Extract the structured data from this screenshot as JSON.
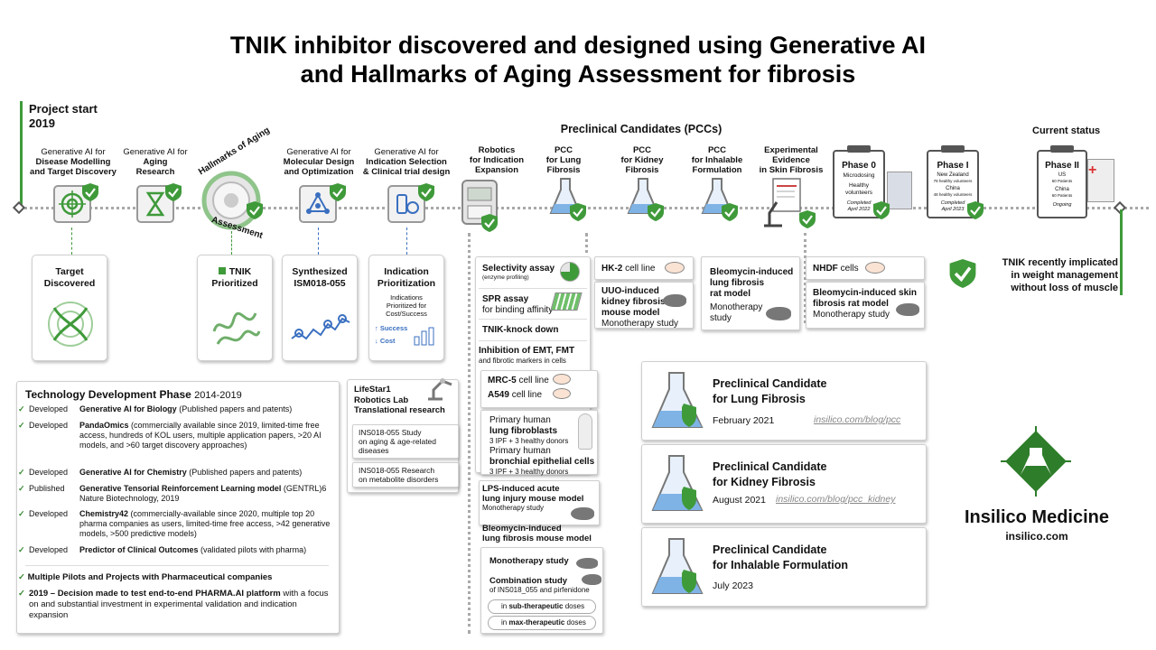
{
  "title": [
    "TNIK inhibitor discovered and designed using Generative AI",
    "and Hallmarks of Aging Assessment for fibrosis"
  ],
  "project_start": [
    "Project start",
    "2019"
  ],
  "preclinical_header": "Preclinical Candidates (PCCs)",
  "current_status": "Current status",
  "stages": {
    "disease": [
      "Generative AI for",
      "Disease Modelling",
      "and Target Discovery"
    ],
    "aging": [
      "Generative AI for",
      "Aging",
      "Research"
    ],
    "hallmarks_ring": [
      "Hallmarks of Aging",
      "Assessment"
    ],
    "molecular": [
      "Generative AI for",
      "Molecular Design",
      "and Optimization"
    ],
    "indication": [
      "Generative AI for",
      "Indication Selection",
      "& Clinical trial design"
    ],
    "robotics": [
      "Robotics",
      "for Indication",
      "Expansion"
    ],
    "pcc_lung": [
      "PCC",
      "for Lung",
      "Fibrosis"
    ],
    "pcc_kidney": [
      "PCC",
      "for Kidney",
      "Fibrosis"
    ],
    "pcc_inhal": [
      "PCC",
      "for Inhalable",
      "Formulation"
    ],
    "experimental": [
      "Experimental",
      "Evidence",
      "in Skin Fibrosis"
    ]
  },
  "phases": {
    "p0": {
      "title": "Phase 0",
      "l1": "Microdosing",
      "l2": "Healthy",
      "l3": "volunteers",
      "l4": "Completed",
      "l5": "April 2022"
    },
    "p1": {
      "title": "Phase I",
      "l1": "New Zealand",
      "l2": "78 healthy volunteers",
      "l3": "China",
      "l4": "48 healthy volunteers",
      "l5": "Completed",
      "l6": "April 2023"
    },
    "p2": {
      "title": "Phase II",
      "l1": "US",
      "l2": "60 Patients",
      "l3": "China",
      "l4": "60 Patients",
      "l5": "Ongoing"
    }
  },
  "tnik_note": [
    "TNIK recently implicated",
    "in weight management",
    "without loss of muscle"
  ],
  "cards": {
    "target": [
      "Target",
      "Discovered"
    ],
    "tnik": [
      "TNIK",
      "Prioritized"
    ],
    "synth": [
      "Synthesized",
      "ISM018-055"
    ],
    "indic": [
      "Indication",
      "Prioritization"
    ],
    "indic_sub": [
      "Indications",
      "Prioritized for",
      "Cost/Success"
    ],
    "success": "Success",
    "cost": "Cost"
  },
  "robotics_cards": {
    "lab": [
      "LifeStar1",
      "Robotics Lab",
      "Translational research"
    ],
    "s1": [
      "INS018-055 Study",
      "on aging & age-related",
      "diseases"
    ],
    "s2": [
      "INS018-055 Research",
      "on metabolite disorders"
    ]
  },
  "assays": {
    "selectivity": "Selectivity assay",
    "selectivity_sub": "(enzyme profiling)",
    "spr": "SPR assay",
    "spr_sub": "for binding affinity",
    "knock": "TNIK-knock down",
    "emt": "Inhibition of EMT, FMT",
    "emt_sub": "and fibrotic markers in cells",
    "mrc": "MRC-5",
    "mrc_sub": "cell line",
    "a549": "A549",
    "a549_sub": "cell line",
    "primary1": [
      "Primary human",
      "lung fibroblasts",
      "3 IPF + 3 healthy donors"
    ],
    "primary2": [
      "Primary human",
      "bronchial epithelial cells",
      "3 IPF + 3 healthy donors"
    ],
    "lps": [
      "LPS-induced acute",
      "lung injury mouse model",
      "Monotherapy study"
    ],
    "bleo": [
      "Bleomycin-induced",
      "lung fibrosis mouse model"
    ],
    "mono": "Monotherapy study",
    "combo": [
      "Combination study",
      "of INS018_055 and pirfenidone"
    ],
    "sub_pre": "in",
    "sub_b": "sub-therapeutic",
    "sub_post": "doses",
    "max_pre": "in",
    "max_b": "max-therapeutic",
    "max_post": "doses"
  },
  "kidney": {
    "hk2": "HK-2",
    "hk2_sub": "cell line",
    "uuo": [
      "UUO-induced",
      "kidney fibrosis",
      "mouse model"
    ],
    "uuo_sub": "Monotherapy study"
  },
  "inhal": {
    "t": [
      "Bleomycin-induced",
      "lung fibrosis",
      "rat model"
    ],
    "s": [
      "Monotherapy",
      "study"
    ]
  },
  "skin": {
    "nhdf": "NHDF",
    "nhdf_sub": "cells",
    "t": [
      "Bleomycin-induced skin",
      "fibrosis rat model"
    ],
    "s": "Monotherapy study"
  },
  "pcc_cards": [
    {
      "t1": "Preclinical Candidate",
      "t2": "for Lung Fibrosis",
      "date": "February 2021",
      "link": "insilico.com/blog/pcc"
    },
    {
      "t1": "Preclinical Candidate",
      "t2": "for Kidney Fibrosis",
      "date": "August 2021",
      "link": "insilico.com/blog/pcc_kidney"
    },
    {
      "t1": "Preclinical Candidate",
      "t2": "for Inhalable Formulation",
      "date": "July 2023",
      "link": ""
    }
  ],
  "brand": {
    "name": "Insilico Medicine",
    "url": "insilico.com"
  },
  "tech": {
    "title": "Technology Development Phase",
    "years": "2014-2019",
    "rows": [
      {
        "status": "Developed",
        "bold": "Generative AI for Biology",
        "rest": " (Published papers and patents)"
      },
      {
        "status": "Developed",
        "bold": "PandaOmics",
        "rest": " (commercially available since 2019, limited-time free access, hundreds of KOL users, multiple application papers, >20 AI models, and >60 target discovery approaches)"
      },
      {
        "status": "Developed",
        "bold": "Generative AI for Chemistry",
        "rest": " (Published papers and patents)"
      },
      {
        "status": "Published",
        "bold": "Generative Tensorial Reinforcement Learning model",
        "rest": " (GENTRL)6 Nature Biotechnology, 2019"
      },
      {
        "status": "Developed",
        "bold": "Chemistry42",
        "rest": " (commercially-available since 2020, multiple top 20 pharma companies as users, limited-time free access, >42 generative models, >500 predictive models)"
      },
      {
        "status": "Developed",
        "bold": "Predictor of Clinical Outcomes",
        "rest": " (validated pilots with pharma)"
      }
    ],
    "b1": "Multiple Pilots and Projects with Pharmaceutical companies",
    "b2_bold": "2019 – Decision made to test end-to-end PHARMA.AI platform",
    "b2_rest": " with a focus on and substantial investment in experimental validation and indication expansion"
  },
  "colors": {
    "green": "#3f9a3a",
    "dark_green": "#2e7d2a",
    "line": "#a9a9a9",
    "blue": "#3a6fc0"
  }
}
